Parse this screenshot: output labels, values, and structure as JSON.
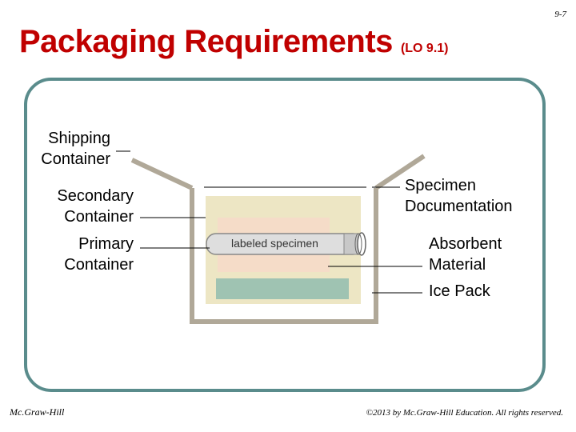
{
  "slide_number": "9-7",
  "title": "Packaging Requirements",
  "learning_objective": "(LO 9.1)",
  "labels": {
    "shipping_container": [
      "Shipping",
      "Container"
    ],
    "secondary_container": [
      "Secondary",
      "Container"
    ],
    "primary_container": [
      "Primary",
      "Container"
    ],
    "specimen_documentation": [
      "Specimen",
      "Documentation"
    ],
    "absorbent_material": [
      "Absorbent",
      "Material"
    ],
    "ice_pack": "Ice Pack",
    "tube_text": "labeled specimen"
  },
  "footer": {
    "publisher": "Mc.Graw-Hill",
    "copyright": "©2013 by Mc.Graw-Hill Education. All rights reserved."
  },
  "colors": {
    "title": "#c00000",
    "frame": "#5a8c8c",
    "shipping_box_outline": "#b0a898",
    "secondary_box_fill": "#ede6c4",
    "absorbent_fill": "#f5dcc8",
    "ice_pack_fill": "#9fc3b2"
  }
}
